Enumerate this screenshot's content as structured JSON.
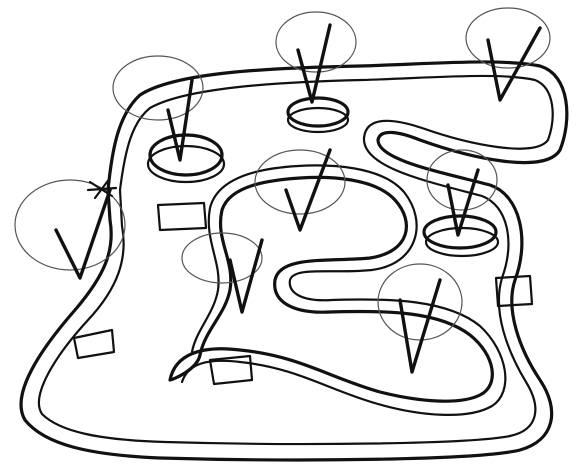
{
  "drawing": {
    "kind": "hand-drawn ink sketch",
    "colors": {
      "background": "#ffffff",
      "ink": "#111111",
      "ink_faint": "#555555"
    },
    "elements": [
      "winding-ribbon-path",
      "tree-symbols",
      "rectangle-markers",
      "oval-islands"
    ]
  }
}
